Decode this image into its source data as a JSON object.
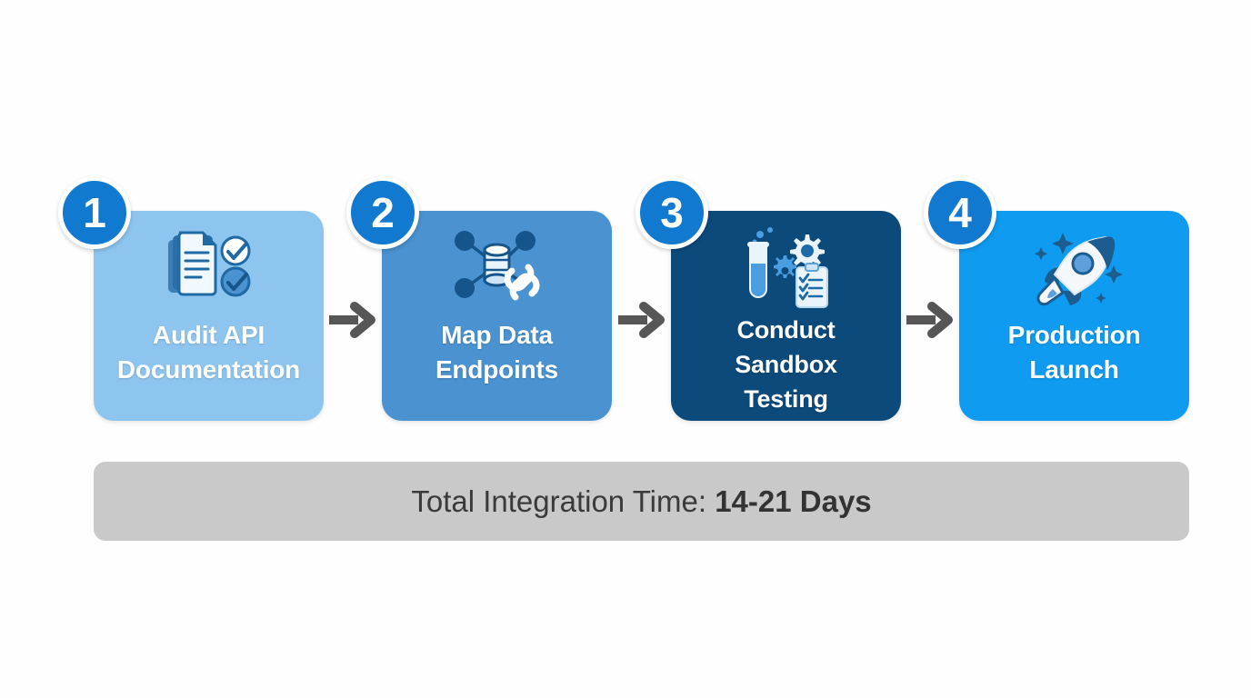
{
  "diagram": {
    "type": "horizontal-process-flow",
    "step_count": 4,
    "background_color": "#fefefe",
    "connector_icon": "arrow-right-icon",
    "connector_color": "#565656",
    "badge_color": "#1279d0",
    "badge_ring_color": "#ffffff"
  },
  "steps": [
    {
      "number": "1",
      "label": "Audit API\nDocumentation",
      "icon": "document-checklist-icon",
      "card_color": "#8ec5ef",
      "icon_primary": "#1f6aa5",
      "icon_secondary": "#f5fafe"
    },
    {
      "number": "2",
      "label": "Map Data\nEndpoints",
      "icon": "data-mapping-link-icon",
      "card_color": "#4a92d0",
      "icon_primary": "#16558c",
      "icon_secondary": "#ffffff"
    },
    {
      "number": "3",
      "label": "Conduct\nSandbox\nTesting",
      "icon": "sandbox-testing-icon",
      "card_color": "#0c4a7c",
      "icon_primary": "#4a9de0",
      "icon_secondary": "#eaf4fc"
    },
    {
      "number": "4",
      "label": "Production\nLaunch",
      "icon": "rocket-launch-icon",
      "card_color": "#0f9bf0",
      "icon_primary": "#1c5c8f",
      "icon_secondary": "#f4f8fb"
    }
  ],
  "arrows": [
    {
      "name": "arrow-step-1-to-2"
    },
    {
      "name": "arrow-step-2-to-3"
    },
    {
      "name": "arrow-step-3-to-4"
    }
  ],
  "total_banner": {
    "prefix": "Total Integration Time: ",
    "value": "14-21 Days",
    "background_color": "#c9c9c9",
    "text_color": "#3a3a3a"
  }
}
